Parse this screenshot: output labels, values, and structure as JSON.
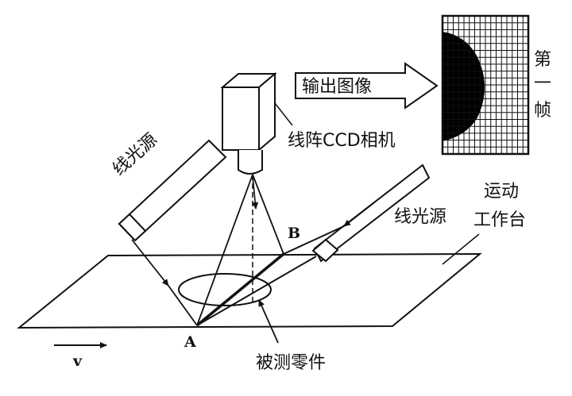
{
  "labels": {
    "output_image": "输出图像",
    "camera": "线阵CCD相机",
    "frame_line1": "第",
    "frame_line2": "一",
    "frame_line3": "帧",
    "light_source_left": "线光源",
    "light_source_right": "线光源",
    "stage_line1": "运动",
    "stage_line2": "工作台",
    "part": "被测零件",
    "point_a": "A",
    "point_b": "B",
    "velocity": "v"
  },
  "frame_grid": {
    "columns": 16,
    "rows": 20,
    "shape": "dark semicircular blob on left side of grid"
  },
  "colors": {
    "line": "#111111",
    "fill": "#000000",
    "background": "#ffffff"
  }
}
